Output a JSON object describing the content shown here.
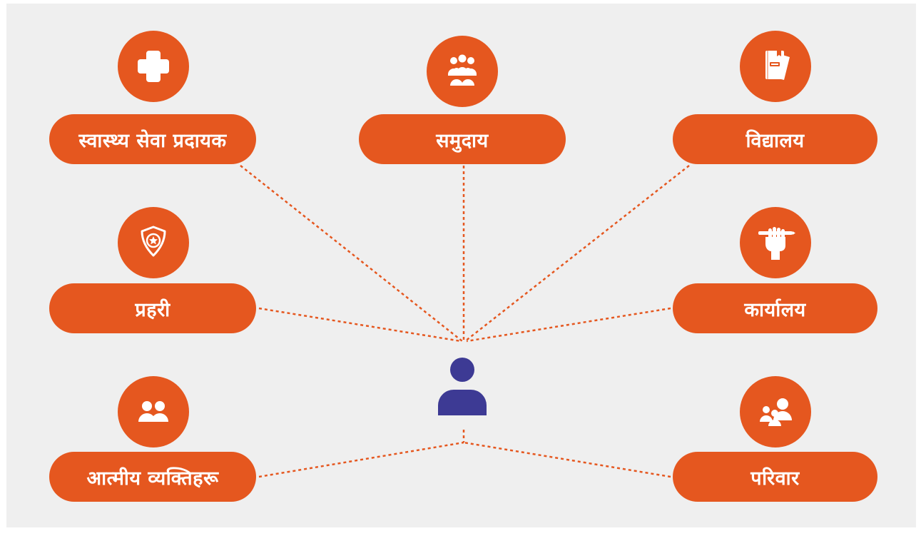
{
  "colors": {
    "accent": "#e5571f",
    "person": "#3d3a94",
    "background": "#efefef",
    "label_text": "#ffffff"
  },
  "center": {
    "icon": "person-icon"
  },
  "nodes": {
    "health": {
      "label": "स्वास्थ्य सेवा प्रदायक",
      "icon": "medical-cross-icon"
    },
    "community": {
      "label": "समुदाय",
      "icon": "community-group-icon"
    },
    "school": {
      "label": "विद्यालय",
      "icon": "notebook-icon"
    },
    "police": {
      "label": "प्रहरी",
      "icon": "police-badge-icon"
    },
    "office": {
      "label": "कार्यालय",
      "icon": "fist-pen-icon"
    },
    "close_people": {
      "label": "आत्मीय व्यक्तिहरू",
      "icon": "two-people-icon"
    },
    "family": {
      "label": "परिवार",
      "icon": "family-icon"
    }
  }
}
